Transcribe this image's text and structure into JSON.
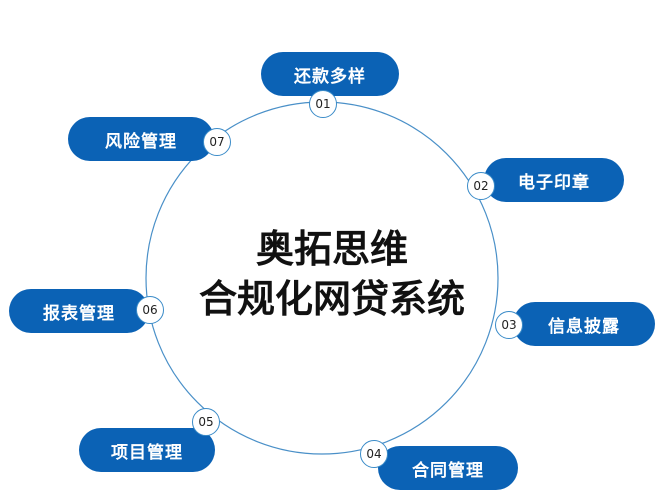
{
  "center": {
    "line1": "奥拓思维",
    "line2": "合规化网贷系统"
  },
  "nodes": [
    {
      "num": "01",
      "label": "还款多样"
    },
    {
      "num": "02",
      "label": "电子印章"
    },
    {
      "num": "03",
      "label": "信息披露"
    },
    {
      "num": "04",
      "label": "合同管理"
    },
    {
      "num": "05",
      "label": "项目管理"
    },
    {
      "num": "06",
      "label": "报表管理"
    },
    {
      "num": "07",
      "label": "风险管理"
    }
  ],
  "colors": {
    "pill": "#0b62b5",
    "ring": "#4a90c8",
    "text": "#111111"
  }
}
